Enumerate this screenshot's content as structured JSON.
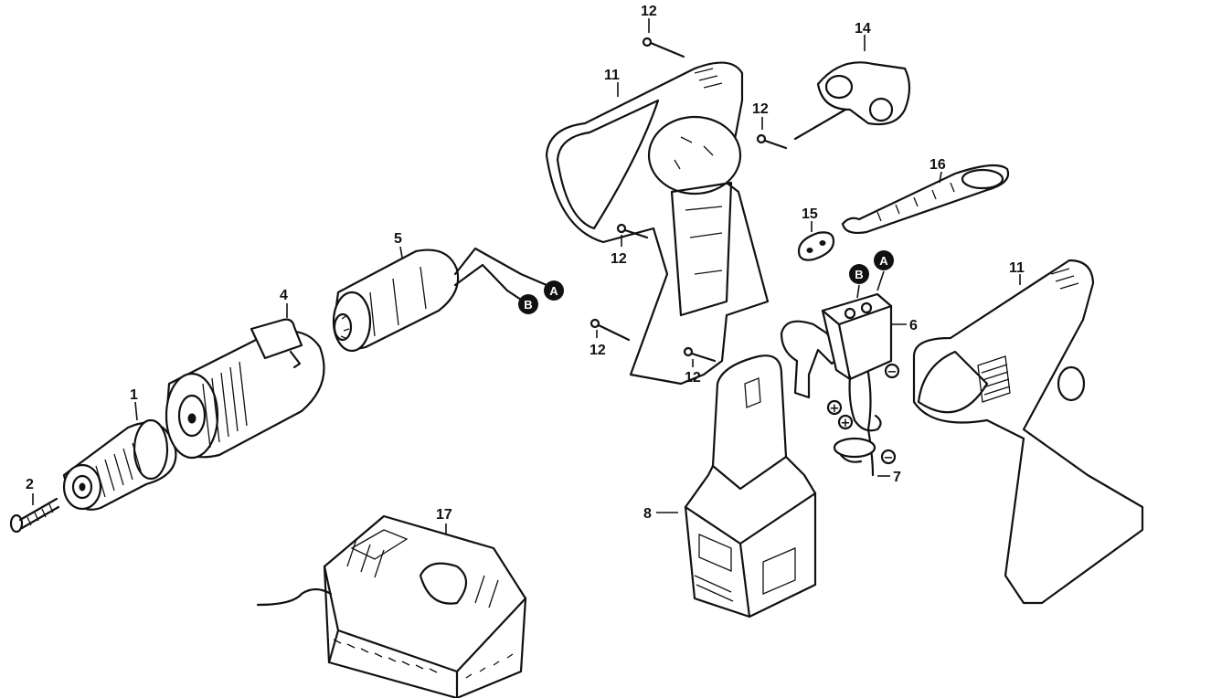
{
  "diagram": {
    "labels": {
      "p1": "1",
      "p2": "2",
      "p4": "4",
      "p5": "5",
      "p6": "6",
      "p7": "7",
      "p8": "8",
      "p11a": "11",
      "p11b": "11",
      "p12a": "12",
      "p12b": "12",
      "p12c": "12",
      "p12d": "12",
      "p12e": "12",
      "p14": "14",
      "p15": "15",
      "p16": "16",
      "p17": "17"
    },
    "connectors": {
      "motorA": "A",
      "motorB": "B",
      "switchA": "A",
      "switchB": "B"
    },
    "polarity": {
      "plus1": "+",
      "plus2": "+",
      "minus1": "−",
      "minus2": "−"
    }
  }
}
